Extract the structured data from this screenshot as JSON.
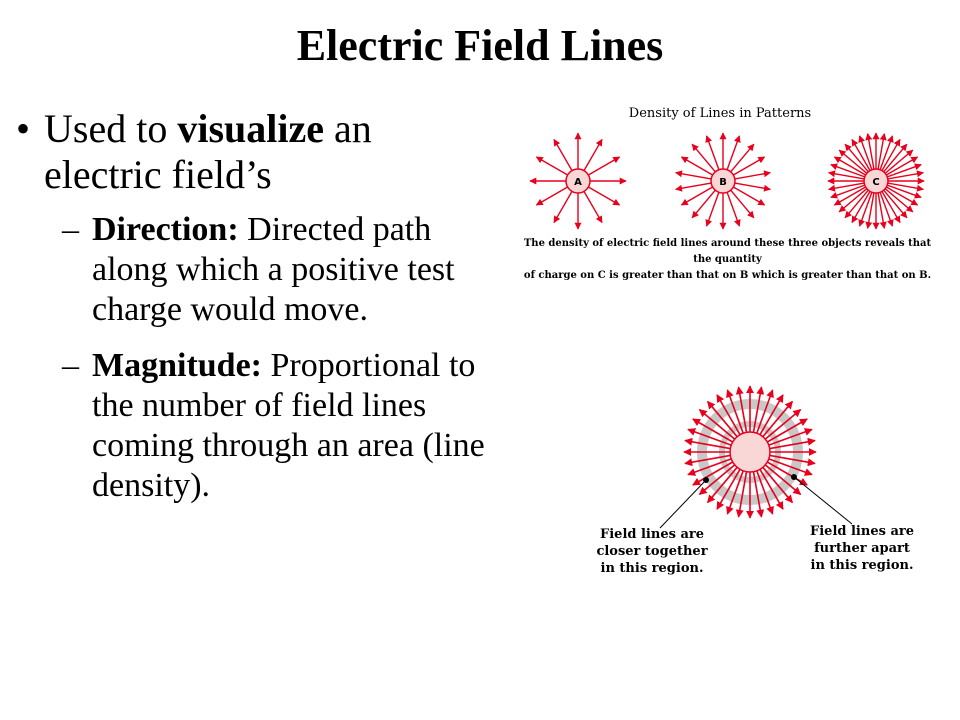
{
  "slide": {
    "title": "Electric Field Lines",
    "main_bullet": {
      "pre": "Used to ",
      "bold": "visualize",
      "post": " an electric field’s"
    },
    "sub_bullets": [
      {
        "term": "Direction:",
        "text": " Directed path along which a positive test charge would move."
      },
      {
        "term": "Magnitude:",
        "text": " Proportional to the number of  field lines coming through an area (line density)."
      }
    ]
  },
  "diagram_top": {
    "title": "Density of Lines in Patterns",
    "charges": [
      {
        "label": "A",
        "line_count": 12
      },
      {
        "label": "B",
        "line_count": 18
      },
      {
        "label": "C",
        "line_count": 36
      }
    ],
    "caption_lines": [
      "The density of electric field lines around these three objects reveals that the quantity",
      "of charge on C is greater than that on B which is greater than that on B."
    ]
  },
  "diagram_bottom": {
    "line_count": 36,
    "callout_left": [
      "Field lines are",
      "closer together",
      "in this region."
    ],
    "callout_right": [
      "Field lines are",
      "further apart",
      "in this region."
    ]
  },
  "colors": {
    "field_line": "#e8001c",
    "charge_fill": "#f9d7d7",
    "ring": "#c8c8c8",
    "text": "#000000"
  }
}
